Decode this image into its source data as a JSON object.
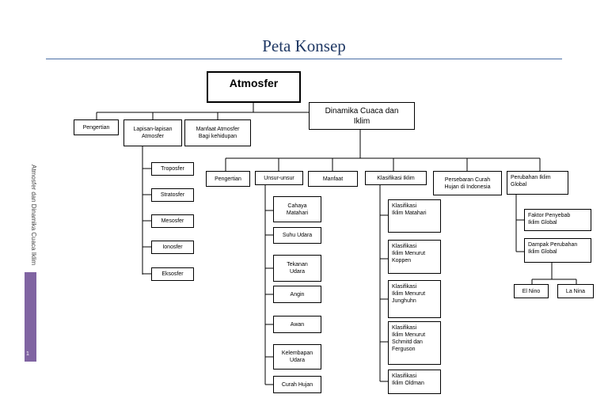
{
  "title": "Peta Konsep",
  "side": {
    "label": "Atmosfer dan Dinamika Cuaca Iklim",
    "page": "1"
  },
  "root": "Atmosfer",
  "level1": {
    "pengertian": "Pengertian",
    "lapisan": "Lapisan-lapisan\nAtmosfer",
    "manfaat": "Manfaat Atmosfer\nBagi kehidupan",
    "dinamika": "Dinamika Cuaca dan\nIklim"
  },
  "lapisan_items": [
    "Troposfer",
    "Stratosfer",
    "Mesosfer",
    "Ionosfer",
    "Eksosfer"
  ],
  "dinamika_children": {
    "pengertian": "Pengertian",
    "unsur": "Unsur-unsur",
    "manfaat": "Manfaat",
    "klasifikasi": "Klasifikasi Iklim",
    "persebaran": "Persebaran Curah\nHujan di Indonesia",
    "perubahan": "Perubahan Iklim\nGlobal"
  },
  "unsur_items": [
    "Cahaya\nMatahari",
    "Suhu Udara",
    "Tekanan\nUdara",
    "Angin",
    "Awan",
    "Kelembapan\nUdara",
    "Curah Hujan"
  ],
  "klasifikasi_items": [
    "Klasifikasi\nIklim Matahari",
    "Klasifikasi\nIklim Menurut\nKoppen",
    "Klasifikasi\nIklim Menurut\nJunghuhn",
    "Klasifikasi\nIklim Menurut\nSchmitd dan\nFerguson",
    "Klasifikasi\nIklim Oldman"
  ],
  "perubahan_items": [
    "Faktor Penyebab\nIklim Global",
    "Dampak Perubahan\nIklim Global"
  ],
  "dampak_items": [
    "El Nino",
    "La Nina"
  ]
}
